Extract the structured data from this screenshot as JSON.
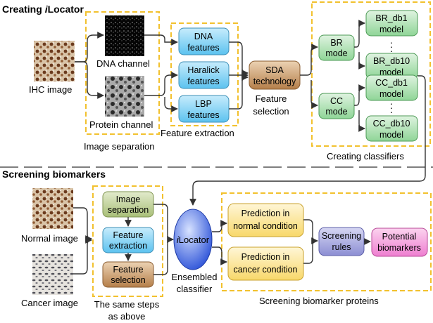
{
  "top": {
    "title_prefix": "Creating ",
    "title_italic": "i",
    "title_suffix": "Locator",
    "ihc_label": "IHC image",
    "dna_channel": "DNA channel",
    "protein_channel": "Protein channel",
    "image_separation": "Image separation",
    "feature_extraction": "Feature extraction",
    "dna_features": [
      "DNA",
      "features"
    ],
    "haralick_features": [
      "Haralick",
      "features"
    ],
    "lbp_features": [
      "LBP",
      "features"
    ],
    "sda": [
      "SDA",
      "technology"
    ],
    "feature_selection": [
      "Feature",
      "selection"
    ],
    "br_mode": [
      "BR",
      "mode"
    ],
    "cc_mode": [
      "CC",
      "mode"
    ],
    "br_db1": [
      "BR_db1",
      "model"
    ],
    "br_db10": [
      "BR_db10",
      "model"
    ],
    "cc_db1": [
      "CC_db1",
      "model"
    ],
    "cc_db10": [
      "CC_db10",
      "model"
    ],
    "creating_classifiers": "Creating classifiers"
  },
  "bottom": {
    "title": "Screening biomarkers",
    "normal_image": "Normal image",
    "cancer_image": "Cancer image",
    "image_separation": [
      "Image",
      "separation"
    ],
    "feature_extraction": [
      "Feature",
      "extraction"
    ],
    "feature_selection": [
      "Feature",
      "selection"
    ],
    "same_steps": [
      "The same steps",
      "as above"
    ],
    "ilocator_italic": "i",
    "ilocator_rest": "Locator",
    "ensembled": [
      "Ensembled",
      "classifier"
    ],
    "pred_normal": [
      "Prediction in",
      "normal condition"
    ],
    "pred_cancer": [
      "Prediction in",
      "cancer condition"
    ],
    "screening_rules": [
      "Screening",
      "rules"
    ],
    "potential": [
      "Potential",
      "biomarkers"
    ],
    "screening_proteins": "Screening biomarker proteins"
  },
  "colors": {
    "blue": "#7fd0f5",
    "green": "#a9dfae",
    "brown": "#c99a66",
    "olive": "#c3d49a",
    "yellow": "#fce9a4",
    "purple": "#a6a7dd",
    "pink": "#f39ad9",
    "accent": "#f2c12e"
  }
}
